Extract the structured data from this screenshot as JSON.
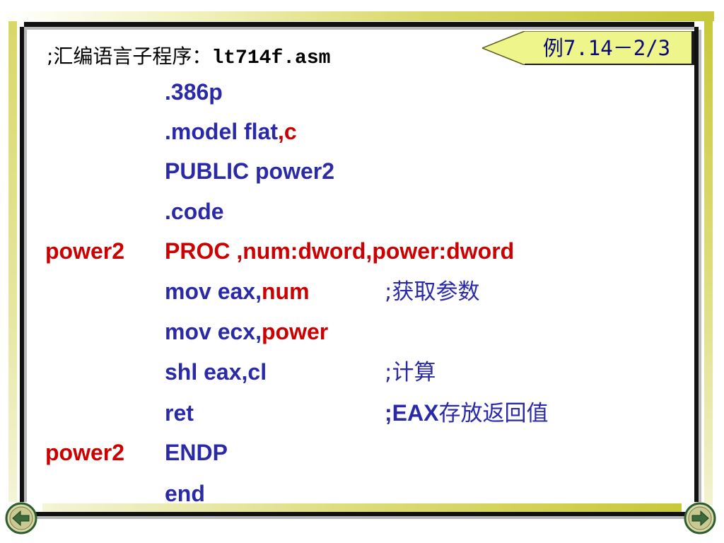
{
  "slide": {
    "badge": "例7.14－2/3",
    "header": {
      "comment": ";汇编语言子程序：",
      "filename": "lt714f.asm"
    }
  },
  "code": [
    {
      "label": "",
      "instr": ".386p",
      "comment": ""
    },
    {
      "label": "",
      "instr": ".model flat",
      "instr_red": ",c",
      "comment": ""
    },
    {
      "label": "",
      "instr": "PUBLIC power2",
      "comment": ""
    },
    {
      "label": "",
      "instr": ".code",
      "comment": ""
    },
    {
      "label": "power2",
      "instr_red": "PROC ,num:dword,power:dword",
      "comment": ""
    },
    {
      "label": "",
      "instr": "mov eax,",
      "instr_red": "num",
      "comment": ";获取参数"
    },
    {
      "label": "",
      "instr": "mov ecx,",
      "instr_red": "power",
      "comment": ""
    },
    {
      "label": "",
      "instr": "shl eax,cl",
      "comment": ";计算"
    },
    {
      "label": "",
      "instr": "ret",
      "comment_prefix": ";EAX",
      "comment_cn": "存放返回值"
    },
    {
      "label": "power2",
      "instr": "ENDP",
      "comment": ""
    },
    {
      "label": "",
      "instr": "end",
      "comment": ""
    }
  ],
  "nav": {
    "prev_icon": "back-arrow-icon",
    "next_icon": "forward-arrow-icon"
  },
  "colors": {
    "code_blue": "#2a2aa8",
    "keyword_red": "#cc0000",
    "badge_fill": "#eef58a",
    "frame_yellow": "#c8c83a",
    "frame_black": "#111111"
  }
}
